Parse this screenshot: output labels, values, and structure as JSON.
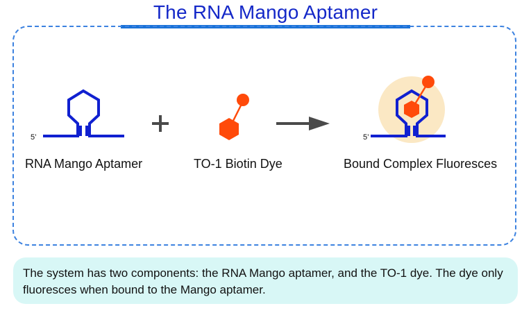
{
  "title": "The RNA Mango Aptamer",
  "components": {
    "rna_label": "RNA Mango Aptamer",
    "dye_label": "TO-1 Biotin Dye",
    "bound_label": "Bound Complex Fluoresces",
    "five_prime": "5’",
    "plus": "+"
  },
  "caption": "The system has two components:  the RNA Mango aptamer, and the TO-1 dye. The dye only fluoresces when bound to the Mango aptamer.",
  "colors": {
    "aptamer": "#1020d0",
    "dye": "#ff4a0a",
    "glow": "#fbe8c4",
    "arrow": "#4a4a4a",
    "title": "#1428c8",
    "caption_bg": "#d8f7f6"
  }
}
